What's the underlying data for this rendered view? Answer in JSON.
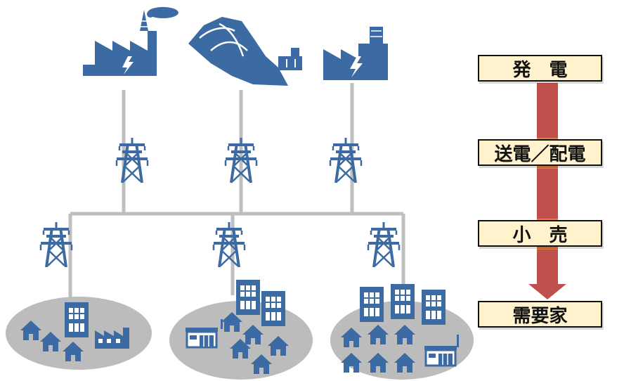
{
  "stages": {
    "generation": "発　電",
    "transmission": "送電／配電",
    "retail": "小　売",
    "consumer": "需要家"
  },
  "colors": {
    "icon_blue": "#3c6aa3",
    "line_gray": "#bfbfbf",
    "ellipse_gray": "#bcbcbc",
    "label_fill": "#fff2cc",
    "arrow_red": "#c0504d",
    "arrow_highlight": "#e07b3c"
  }
}
